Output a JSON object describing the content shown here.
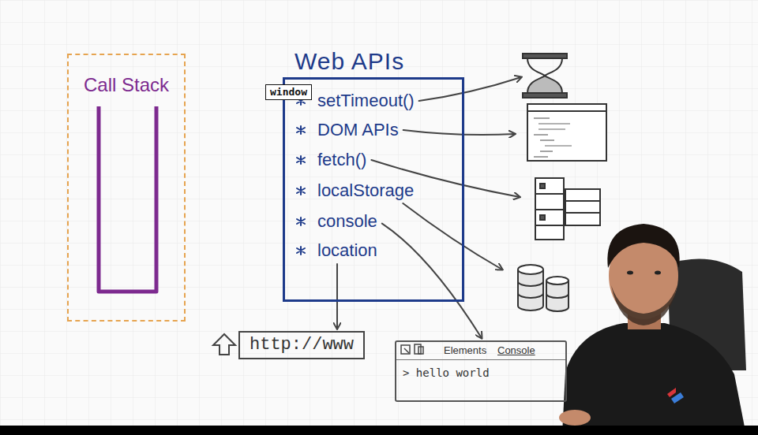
{
  "diagram": {
    "nodes": [
      {
        "text": [
          "Call Stack"
        ]
      },
      {
        "text": [
          "Web APIs"
        ]
      },
      {
        "text": [
          "window"
        ],
        "in": 1
      },
      {
        "text": [
          "setTimeout()"
        ],
        "in": 1
      },
      {
        "text": [
          "DOM APIs"
        ],
        "in": 1
      },
      {
        "text": [
          "fetch()"
        ],
        "in": 1
      },
      {
        "text": [
          "localStorage"
        ],
        "in": 1
      },
      {
        "text": [
          "console"
        ],
        "in": 1
      },
      {
        "text": [
          "location"
        ],
        "in": 1
      },
      {
        "text": [
          "http://www"
        ]
      },
      {
        "text": [
          "Elements",
          "Console",
          "> hello world"
        ]
      }
    ],
    "edges": [
      {
        "from": 8,
        "to": 9,
        "arrow": "to"
      },
      {
        "from": 7,
        "to": 10,
        "arrow": "to"
      }
    ]
  }
}
